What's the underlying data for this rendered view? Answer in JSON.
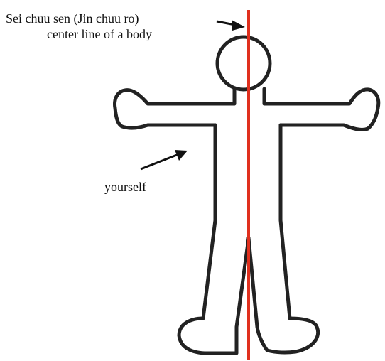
{
  "annotation": {
    "line1": "Sei chuu sen (Jin chuu ro)",
    "line2": "center line of a body"
  },
  "figure_label": "yourself",
  "colors": {
    "outline": "#222222",
    "center_line": "#e0301e",
    "arrow": "#111111",
    "background": "#ffffff"
  }
}
